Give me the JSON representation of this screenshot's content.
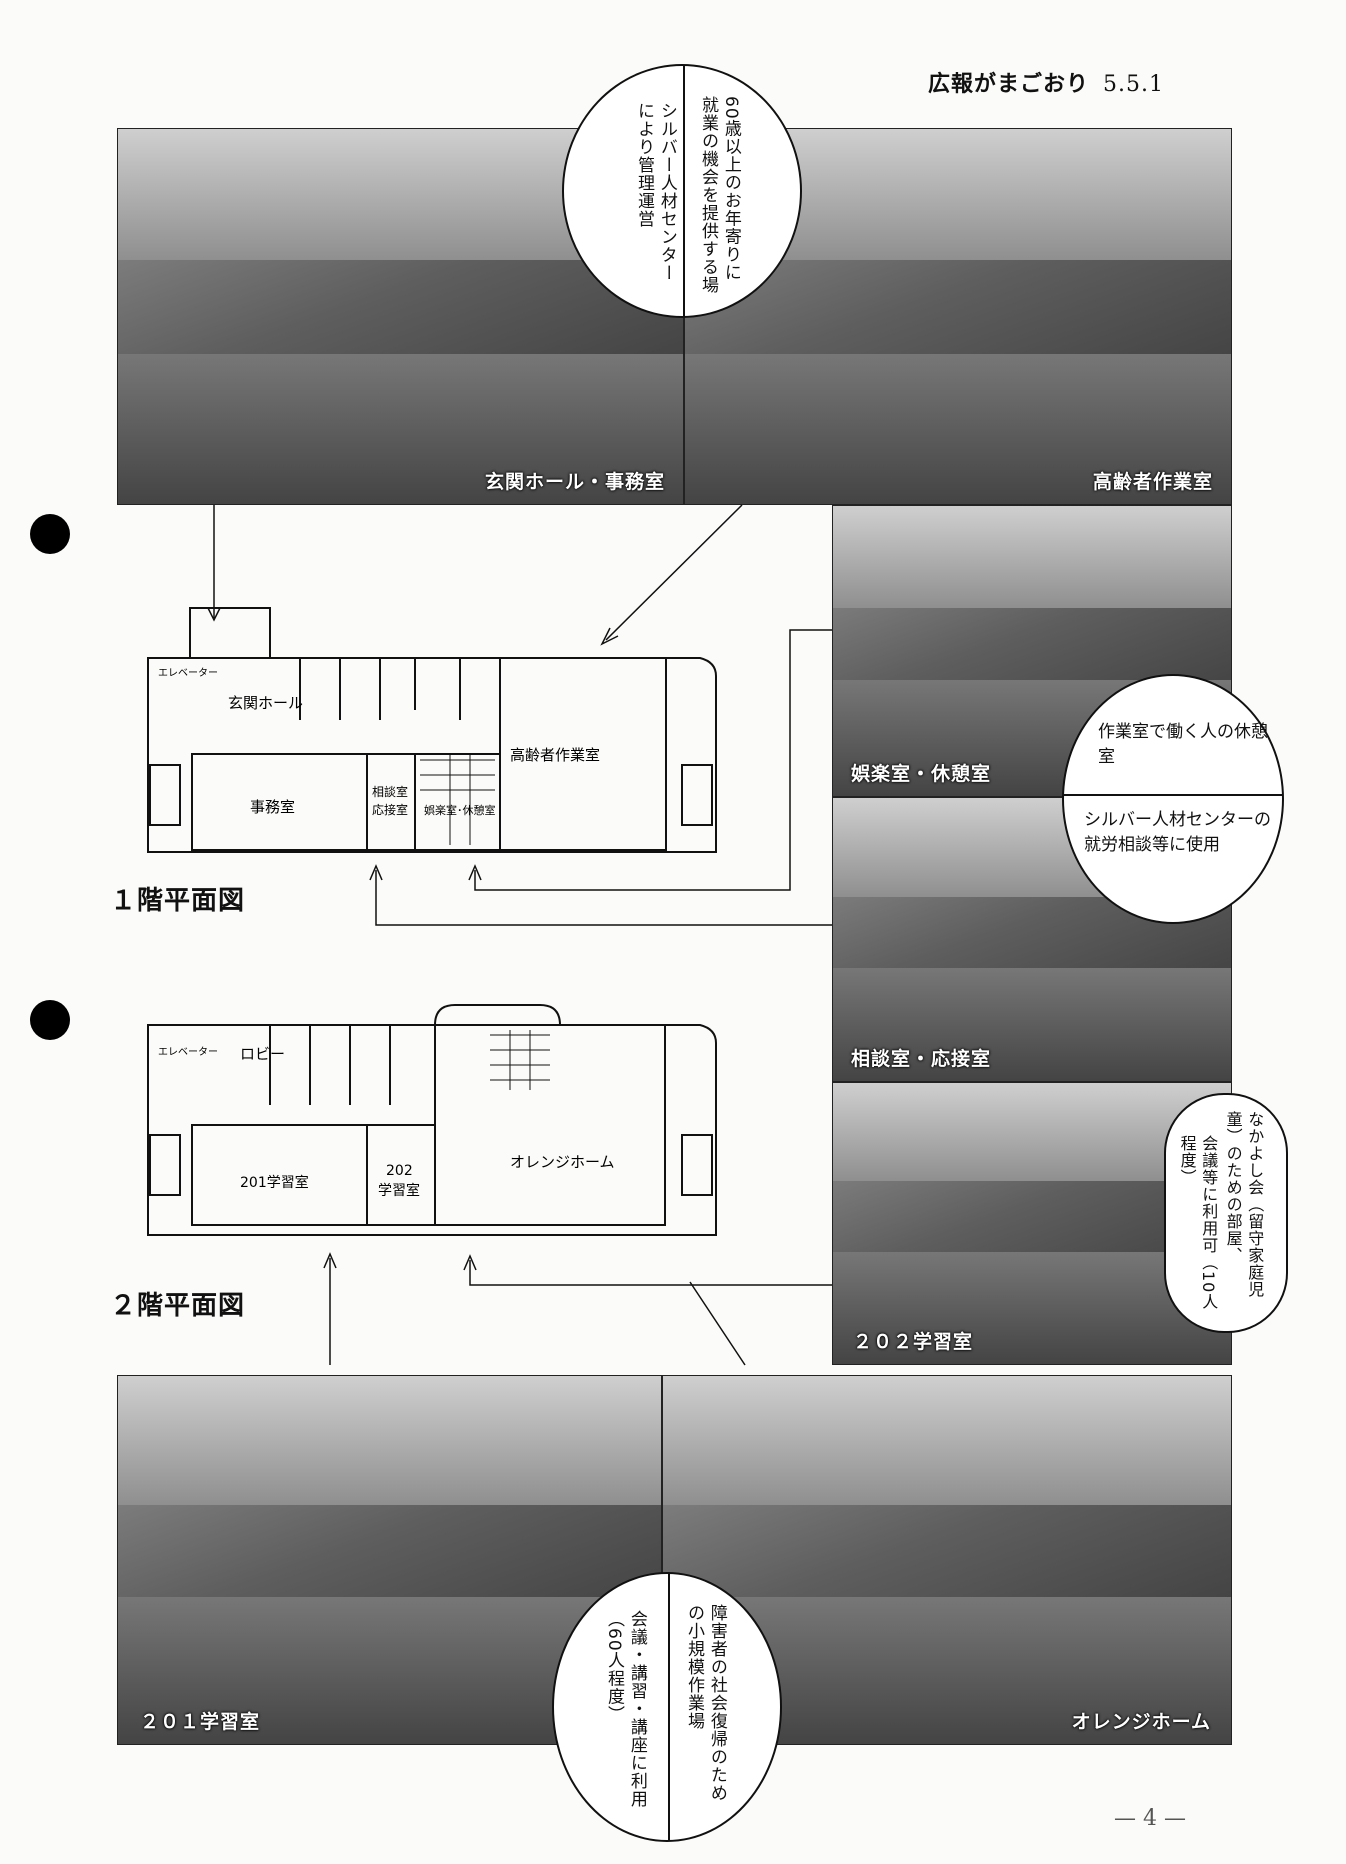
{
  "header": {
    "title": "広報がまごおり",
    "date": "5.5.1"
  },
  "photos": {
    "entrance": "玄関ホール・事務室",
    "work_room": "高齢者作業室",
    "rest_room": "娯楽室・休憩室",
    "consult_room": "相談室・応接室",
    "study202": "２０２学習室",
    "study201": "２０１学習室",
    "orange": "オレンジホーム"
  },
  "bubbles": {
    "work_room_left": "シルバー人材センターにより管理運営",
    "work_room_right": "60歳以上のお年寄りに就業の機会を提供する場",
    "rest_room": "作業室で働く人の休憩室",
    "consult_room": "シルバー人材センターの就労相談等に使用",
    "study202_a": "なかよし会（留守家庭児童）のための部屋、",
    "study202_b": "会議等に利用可（10人程度）",
    "study201": "会議・講習・講座に利用（60人程度）",
    "orange": "障害者の社会復帰のための小規模作業場"
  },
  "plan1": {
    "title": "１階平面図",
    "elevator": "エレベーター",
    "hall": "玄関ホール",
    "office": "事務室",
    "consult_a": "相談室",
    "consult_b": "応接室",
    "rest": "娯楽室･休憩室",
    "work": "高齢者作業室"
  },
  "plan2": {
    "title": "２階平面図",
    "elevator": "エレベーター",
    "lobby": "ロビー",
    "room201": "201学習室",
    "room202_a": "202",
    "room202_b": "学習室",
    "orange": "オレンジホーム"
  },
  "page_number": "— 4 —"
}
